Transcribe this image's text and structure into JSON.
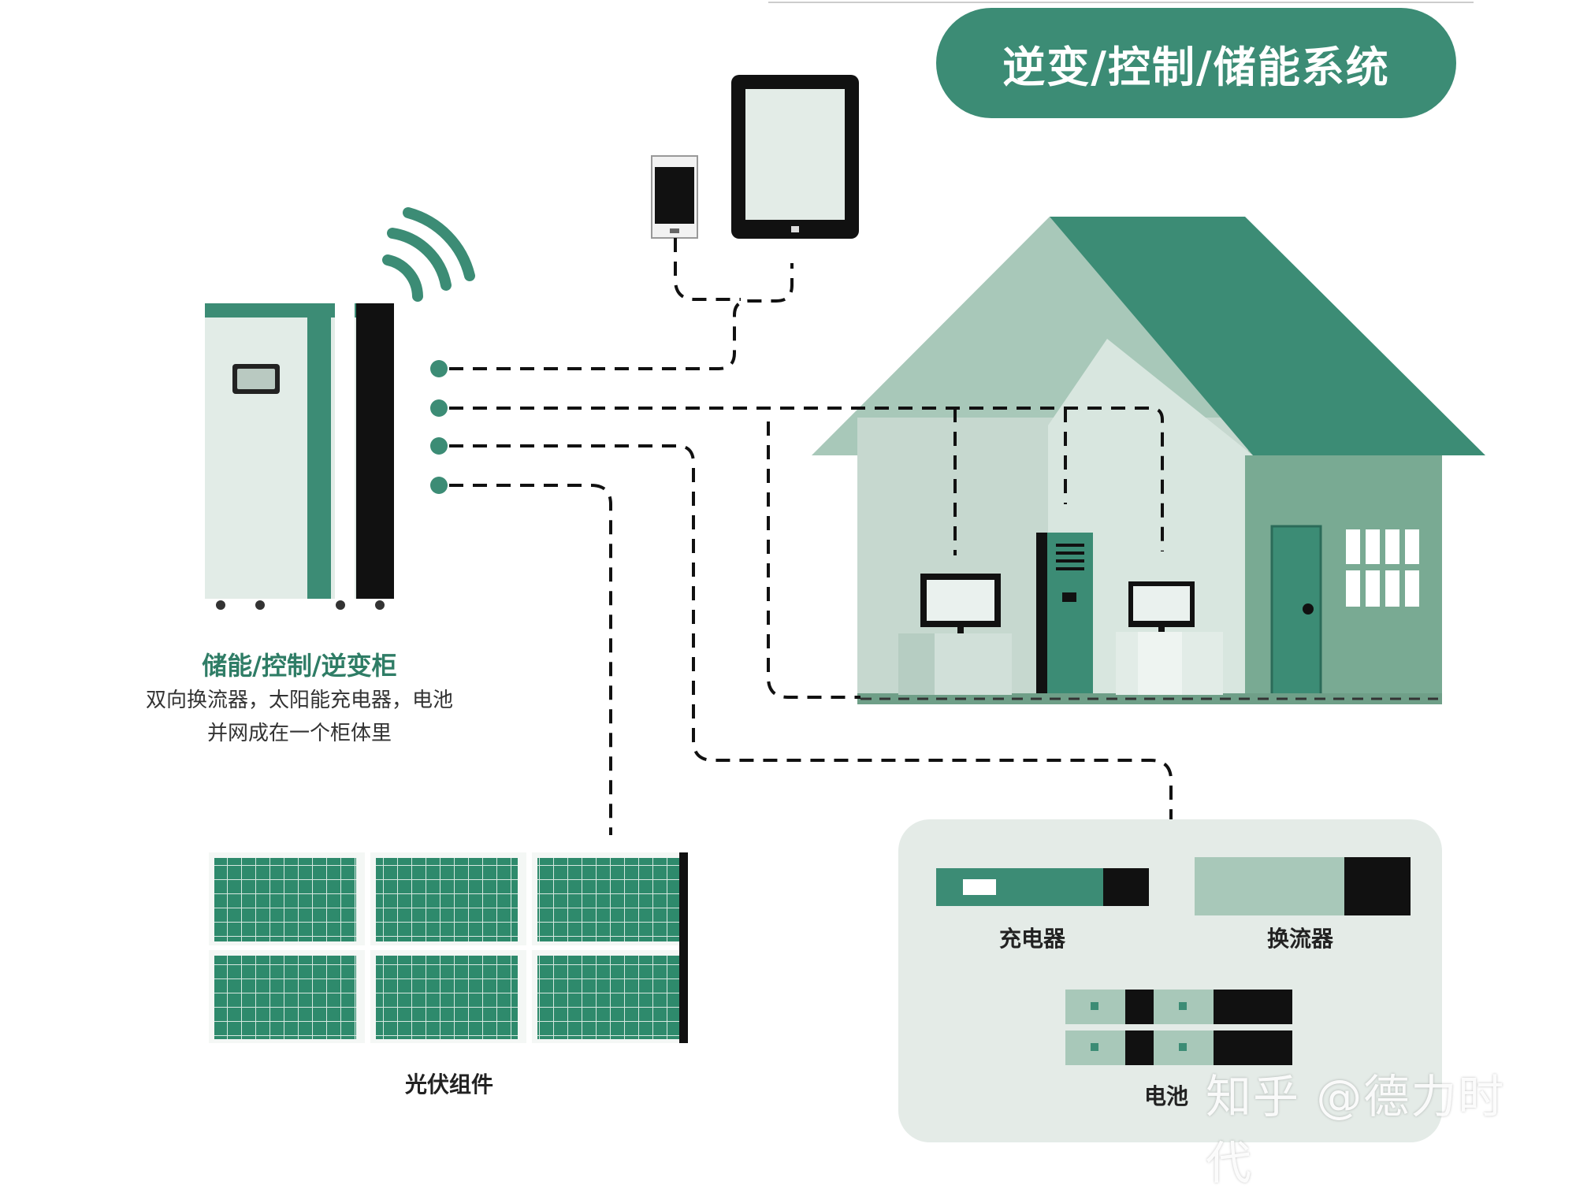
{
  "title": "逆变/控制/储能系统",
  "cabinet": {
    "title": "储能/控制/逆变柜",
    "description_line1": "双向换流器，太阳能充电器，电池",
    "description_line2": "并网成在一个柜体里"
  },
  "pv": {
    "label": "光伏组件"
  },
  "storage_box": {
    "charger_label": "充电器",
    "inverter_label": "换流器",
    "battery_label": "电池"
  },
  "watermark": "知乎 @德力时代",
  "colors": {
    "primary_green": "#3c8c75",
    "light_green": "#cfe0d8",
    "house_wall": "#c6d8cf",
    "dark": "#111111"
  },
  "icons": [
    "wifi-icon",
    "phone-icon",
    "tablet-icon",
    "monitor-icon",
    "server-rack-icon",
    "door-icon",
    "window-icon",
    "solar-panel-icon"
  ]
}
